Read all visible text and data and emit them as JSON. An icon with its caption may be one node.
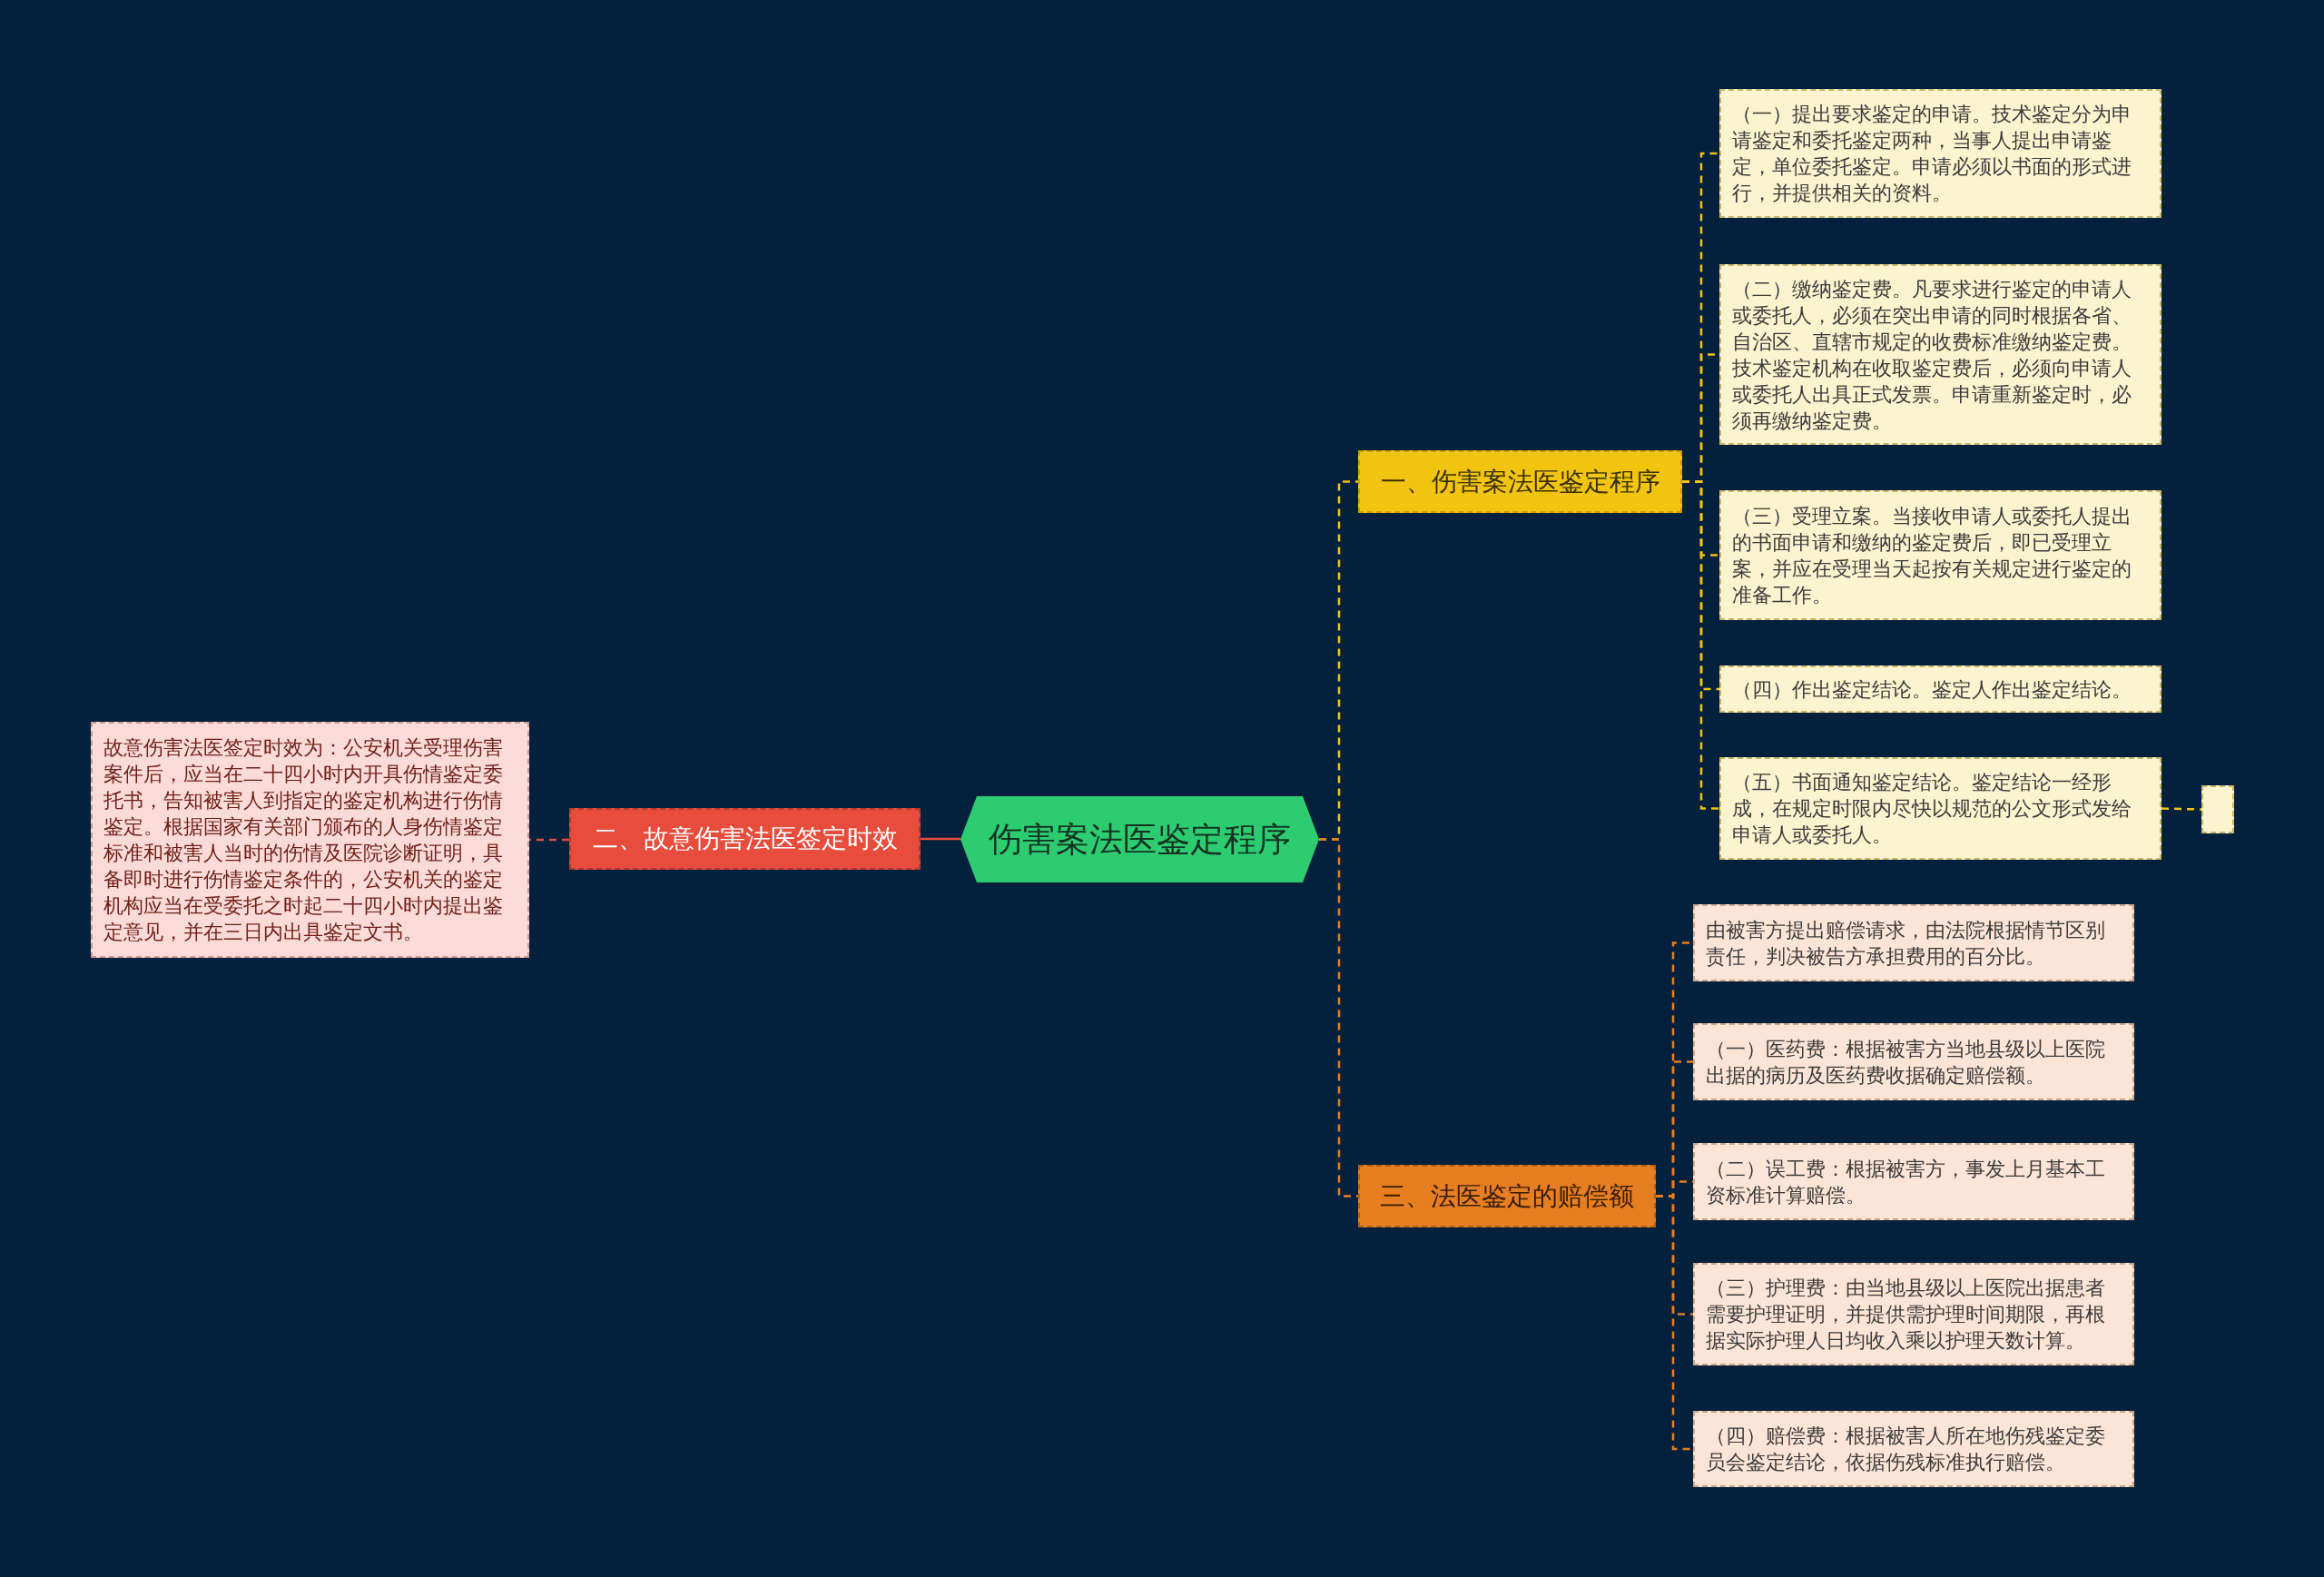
{
  "diagram": {
    "nodes": [
      {
        "text": [
          "伤害案法医鉴定程序"
        ]
      },
      {
        "text": [
          "一、伤害案法医鉴定程序"
        ]
      },
      {
        "text": [
          "（一）提出要求鉴定的申请。技术鉴定分为申请鉴定和委托鉴定两种，当事人提出申请鉴定，单位委托鉴定。申请必须以书面的形式进行，并提供相关的资料。"
        ]
      },
      {
        "text": [
          "（二）缴纳鉴定费。凡要求进行鉴定的申请人或委托人，必须在突出申请的同时根据各省、自治区、直辖市规定的收费标准缴纳鉴定费。技术鉴定机构在收取鉴定费后，必须向申请人或委托人出具正式发票。申请重新鉴定时，必须再缴纳鉴定费。"
        ]
      },
      {
        "text": [
          "（三）受理立案。当接收申请人或委托人提出的书面申请和缴纳的鉴定费后，即已受理立案，并应在受理当天起按有关规定进行鉴定的准备工作。"
        ]
      },
      {
        "text": [
          "（四）作出鉴定结论。鉴定人作出鉴定结论。"
        ]
      },
      {
        "text": [
          "（五）书面通知鉴定结论。鉴定结论一经形成，在规定时限内尽快以规范的公文形式发给申请人或委托人。"
        ]
      },
      {
        "text": [],
        "shape": "box"
      },
      {
        "text": [
          "二、故意伤害法医签定时效"
        ]
      },
      {
        "text": [
          "故意伤害法医签定时效为：公安机关受理伤害案件后，应当在二十四小时内开具伤情鉴定委托书，告知被害人到指定的鉴定机构进行伤情鉴定。根据国家有关部门颁布的人身伤情鉴定标准和被害人当时的伤情及医院诊断证明，具备即时进行伤情鉴定条件的，公安机关的鉴定机构应当在受委托之时起二十四小时内提出鉴定意见，并在三日内出具鉴定文书。"
        ]
      },
      {
        "text": [
          "三、法医鉴定的赔偿额"
        ]
      },
      {
        "text": [
          "由被害方提出赔偿请求，由法院根据情节区别责任，判决被告方承担费用的百分比。"
        ]
      },
      {
        "text": [
          "（一）医药费：根据被害方当地县级以上医院出据的病历及医药费收据确定赔偿额。"
        ]
      },
      {
        "text": [
          "（二）误工费：根据被害方，事发上月基本工资标准计算赔偿。"
        ]
      },
      {
        "text": [
          "（三）护理费：由当地县级以上医院出据患者需要护理证明，并提供需护理时间期限，再根据实际护理人日均收入乘以护理天数计算。"
        ]
      },
      {
        "text": [
          "（四）赔偿费：根据被害人所在地伤残鉴定委员会鉴定结论，依据伤残标准执行赔偿。"
        ]
      }
    ],
    "edges": [
      {
        "from": 0,
        "to": 1,
        "arrow": "none",
        "style": "dashed"
      },
      {
        "from": 1,
        "to": 2,
        "arrow": "none",
        "style": "dashed"
      },
      {
        "from": 1,
        "to": 3,
        "arrow": "none",
        "style": "dashed"
      },
      {
        "from": 1,
        "to": 4,
        "arrow": "none",
        "style": "dashed"
      },
      {
        "from": 1,
        "to": 5,
        "arrow": "none",
        "style": "dashed"
      },
      {
        "from": 1,
        "to": 6,
        "arrow": "none",
        "style": "dashed"
      },
      {
        "from": 6,
        "to": 7,
        "arrow": "none",
        "style": "dashed"
      },
      {
        "from": 0,
        "to": 8,
        "arrow": "none",
        "color": "#e74c3c"
      },
      {
        "from": 8,
        "to": 9,
        "arrow": "none",
        "style": "dashed",
        "color": "#e74c3c"
      },
      {
        "from": 0,
        "to": 10,
        "arrow": "none",
        "style": "dashed",
        "color": "#e67e22"
      },
      {
        "from": 10,
        "to": 11,
        "arrow": "none",
        "style": "dashed",
        "color": "#e67e22"
      },
      {
        "from": 10,
        "to": 12,
        "arrow": "none",
        "style": "dashed",
        "color": "#e67e22"
      },
      {
        "from": 10,
        "to": 13,
        "arrow": "none",
        "style": "dashed",
        "color": "#e67e22"
      },
      {
        "from": 10,
        "to": 14,
        "arrow": "none",
        "style": "dashed",
        "color": "#e67e22"
      },
      {
        "from": 10,
        "to": 15,
        "arrow": "none",
        "style": "dashed",
        "color": "#e67e22"
      }
    ]
  }
}
